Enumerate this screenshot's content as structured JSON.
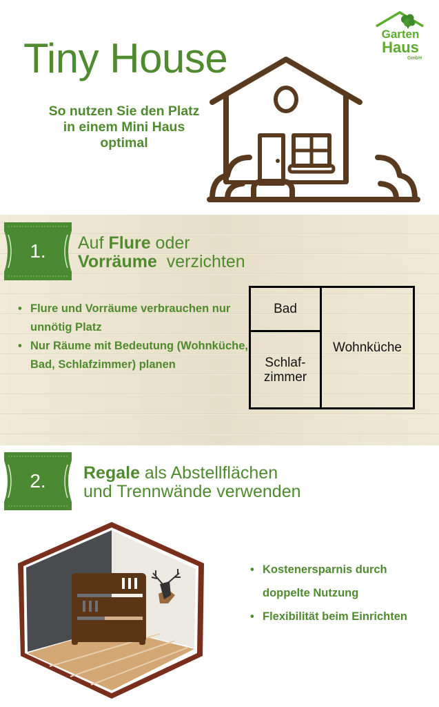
{
  "header": {
    "title": "Tiny House",
    "subtitle_lines": [
      "So nutzen Sie den Platz",
      "in einem Mini Haus",
      "optimal"
    ]
  },
  "logo": {
    "line1": "Garten",
    "line2": "Haus",
    "line3": "GmbH",
    "icon": "house-roof-tree-logo-icon",
    "color": "#5cac2c"
  },
  "hero_icon": "house-icon",
  "colors": {
    "primary_green": "#4f8a2f",
    "badge_green": "#4b8a33",
    "brown": "#5a3a1e",
    "wood": "#eee6cf"
  },
  "section1": {
    "number": "1.",
    "heading": {
      "part1": "Auf ",
      "bold1": "Flure",
      "part2": " oder",
      "bold2": "Vorräume",
      "part3": "  verzichten"
    },
    "bullets": [
      "Flure und Vorräume verbrauchen nur unnötig Platz",
      "Nur Räume mit Bedeutung (Wohnküche, Bad, Schlafzimmer) planen"
    ],
    "floorplan": {
      "rooms": [
        "Bad",
        "Schlaf-\nzimmer",
        "Wohnküche"
      ]
    }
  },
  "section2": {
    "number": "2.",
    "heading": {
      "bold1": "Regale",
      "part1": " als Abstellflächen",
      "part2": "und Trennwände verwenden"
    },
    "illustration": "room-with-shelf-and-deer-trophy-icon",
    "bullets": [
      "Kostenersparnis durch doppelte Nutzung",
      "Flexibilität beim Einrichten"
    ]
  }
}
